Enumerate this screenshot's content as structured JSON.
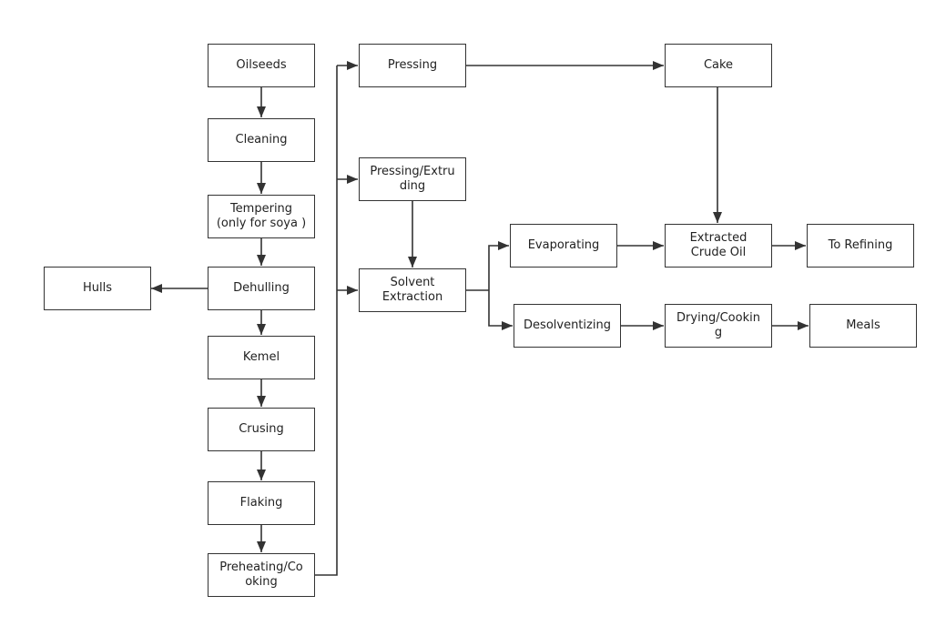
{
  "diagram": {
    "nodes": {
      "oilseeds": "Oilseeds",
      "cleaning": "Cleaning",
      "tempering": "Tempering\n(only for soya )",
      "dehulling": "Dehulling",
      "hulls": "Hulls",
      "kemel": "Kemel",
      "crusing": "Crusing",
      "flaking": "Flaking",
      "preheating": "Preheating/Co\noking",
      "pressing": "Pressing",
      "pressing_extruding": "Pressing/Extru\nding",
      "solvent_extraction": "Solvent\nExtraction",
      "cake": "Cake",
      "evaporating": "Evaporating",
      "extracted_crude_oil": "Extracted\nCrude Oil",
      "to_refining": "To Refining",
      "desolventizing": "Desolventizing",
      "drying_cooking": "Drying/Cookin\ng",
      "meals": "Meals"
    },
    "edges": [
      [
        "oilseeds",
        "cleaning"
      ],
      [
        "cleaning",
        "tempering"
      ],
      [
        "tempering",
        "dehulling"
      ],
      [
        "dehulling",
        "hulls"
      ],
      [
        "dehulling",
        "kemel"
      ],
      [
        "kemel",
        "crusing"
      ],
      [
        "crusing",
        "flaking"
      ],
      [
        "flaking",
        "preheating"
      ],
      [
        "preheating",
        "pressing"
      ],
      [
        "preheating",
        "pressing_extruding"
      ],
      [
        "preheating",
        "solvent_extraction"
      ],
      [
        "pressing",
        "cake"
      ],
      [
        "cake",
        "extracted_crude_oil"
      ],
      [
        "pressing_extruding",
        "solvent_extraction"
      ],
      [
        "solvent_extraction",
        "evaporating"
      ],
      [
        "solvent_extraction",
        "desolventizing"
      ],
      [
        "evaporating",
        "extracted_crude_oil"
      ],
      [
        "extracted_crude_oil",
        "to_refining"
      ],
      [
        "desolventizing",
        "drying_cooking"
      ],
      [
        "drying_cooking",
        "meals"
      ]
    ]
  }
}
